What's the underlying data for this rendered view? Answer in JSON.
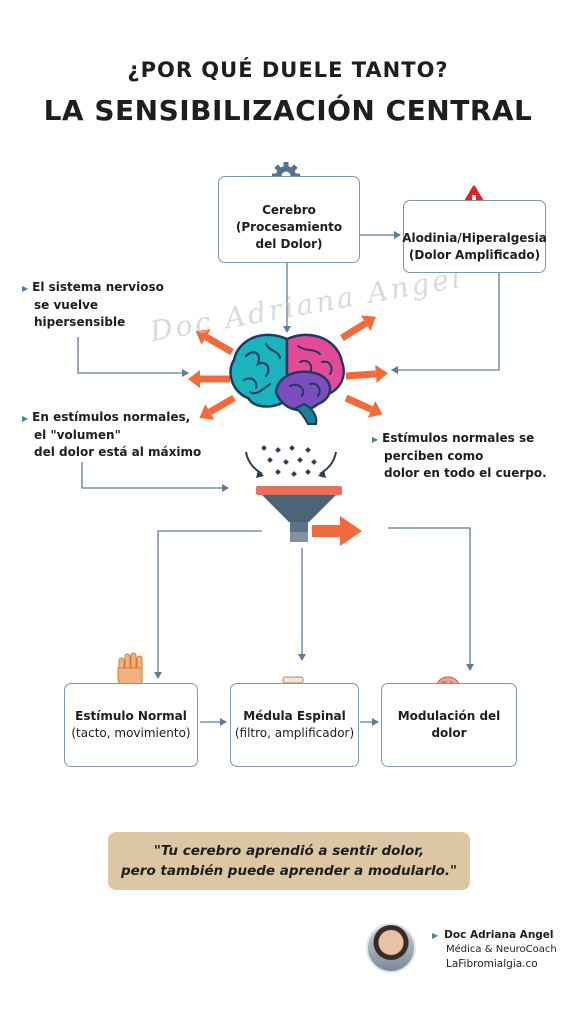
{
  "title_line1": "¿POR QUÉ DUELE TANTO?",
  "title_line2": "LA SENSIBILIZACIÓN CENTRAL",
  "watermark": "Doc Adriana Angel",
  "box_cerebro": {
    "lines": [
      "Cerebro",
      "(Procesamiento",
      "del Dolor)"
    ],
    "icon": "gear-icon"
  },
  "box_alodinia": {
    "line1": "Alodinia/Hiperalgesia",
    "line2": "(Dolor Amplificado)",
    "icon": "warning-icon"
  },
  "note_hipersensible": [
    "El sistema nervioso",
    "se vuelve",
    "hipersensible"
  ],
  "note_volumen": [
    "En estímulos normales,",
    "el \"volumen\"",
    "del dolor está al máximo"
  ],
  "note_estimulos": [
    "Estímulos normales se",
    "perciben como",
    "dolor en todo el cuerpo."
  ],
  "box_estimulo": {
    "title": "Estímulo Normal",
    "sub": "(tacto, movimiento)",
    "icon": "hand-icon"
  },
  "box_medula": {
    "title": "Médula Espinal",
    "sub": "(filtro, amplificador)",
    "icon": "spine-icon"
  },
  "box_modulacion": {
    "line1": "Modulación del",
    "line2": "dolor",
    "icon": "brain-small-icon"
  },
  "quote": {
    "line1": "\"Tu cerebro aprendió a sentir dolor,",
    "line2": "pero también puede aprender a modularlo.\""
  },
  "signature": {
    "name": "Doc Adriana Angel",
    "role": "Médica & NeuroCoach",
    "site": "LaFibromialgia.co"
  },
  "colors": {
    "arrow": "#5f7d96",
    "orange": "#f26a3b",
    "box_border": "#7f98ad",
    "quote_bg": "#ddc6a4",
    "alert": "#e02424",
    "gear": "#4f7390"
  }
}
